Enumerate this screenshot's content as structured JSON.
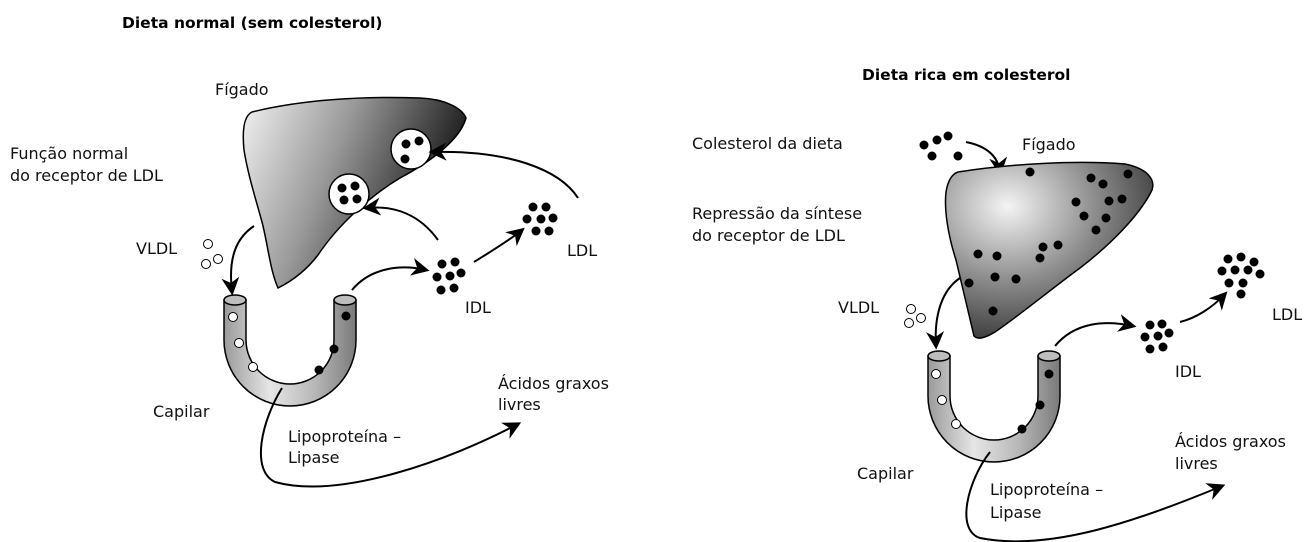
{
  "colors": {
    "ink": "#000000",
    "tube_light": "#d9d9d9",
    "tube_dark": "#8a8a8a",
    "liver_light": "#f0f0f0",
    "liver_dark": "#1a1a1a"
  },
  "left": {
    "title": "Dieta normal (sem colesterol)",
    "liver": "Fígado",
    "receptor_1": "Função normal",
    "receptor_2": "do receptor de LDL",
    "vldl": "VLDL",
    "idl": "IDL",
    "ldl": "LDL",
    "capillary": "Capilar",
    "ffa_1": "Ácidos graxos",
    "ffa_2": "livres",
    "lpl_1": "Lipoproteína –",
    "lpl_2": "Lipase"
  },
  "right": {
    "title": "Dieta rica em colesterol",
    "diet_chol": "Colesterol da dieta",
    "liver": "Fígado",
    "repression_1": "Repressão da síntese",
    "repression_2": "do receptor de LDL",
    "vldl": "VLDL",
    "idl": "IDL",
    "ldl": "LDL",
    "capillary": "Capilar",
    "ffa_1": "Ácidos graxos",
    "ffa_2": "livres",
    "lpl_1": "Lipoproteína –",
    "lpl_2": "Lipase"
  }
}
